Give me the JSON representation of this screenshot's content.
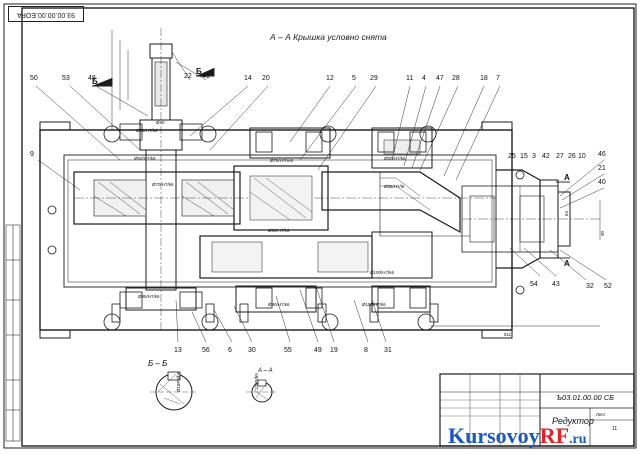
{
  "drawing": {
    "section_title": "А – А Крышка условно снята",
    "section_bb": "Б – Б",
    "section_aa": "А – А",
    "stamp_code": "93.00.00.00.ЕОРА",
    "doc_number": "Ъ03.01.00.00 СБ",
    "title": "Редуктор",
    "sheet_label": "Лист",
    "sheets": "11",
    "view_marks": [
      "Б",
      "Б",
      "А",
      "А"
    ],
    "leader_numbers_top": [
      "50",
      "53",
      "48",
      "22",
      "41",
      "14",
      "20",
      "12",
      "5",
      "29",
      "11",
      "4",
      "47",
      "28",
      "18",
      "7"
    ],
    "leader_numbers_right": [
      "25",
      "15",
      "3",
      "42",
      "27",
      "26",
      "10",
      "46",
      "21",
      "40",
      "52",
      "32",
      "54",
      "43"
    ],
    "leader_numbers_left": [
      "9"
    ],
    "leader_numbers_bottom": [
      "13",
      "56",
      "6",
      "30",
      "55",
      "49",
      "19",
      "8",
      "31"
    ],
    "dimension_labels": [
      "Ø40",
      "Ø56/Н7/k6",
      "Ø50/Н7/k6",
      "Ø75/Н7/m6",
      "Ø70/Н7/k6",
      "Ø80/Н7/k6",
      "Ø85/Н7/k6",
      "Ø90/Н7/k6",
      "Ø110/Н7/k6",
      "Ø100/Н7/k6",
      "Ø60/Н7/k6",
      "Ø85/Н7/l6",
      "511",
      "90",
      "64",
      "Ø18Р9/h9",
      "12Р9/h9"
    ]
  },
  "watermark": {
    "brand_a": "Kursovoy",
    "brand_b": "RF",
    "tld": ".ru"
  },
  "colors": {
    "line": "#1b1b1b",
    "watermark_blue": "#1e59b6",
    "watermark_red": "#e0222a"
  }
}
